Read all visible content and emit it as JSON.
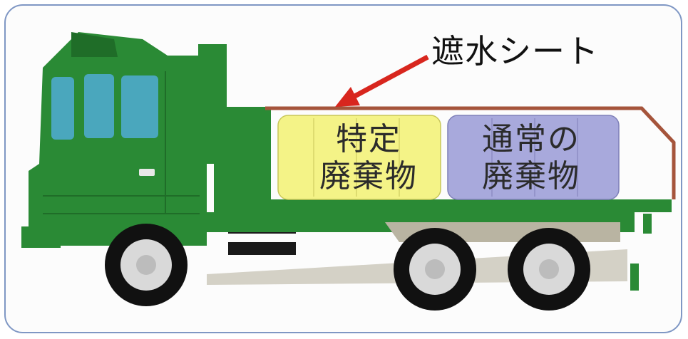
{
  "labels": {
    "sheet": "遮水シート",
    "special_waste_line1": "特定",
    "special_waste_line2": "廃棄物",
    "normal_waste_line1": "通常の",
    "normal_waste_line2": "廃棄物"
  },
  "colors": {
    "truck_green": "#2a8a35",
    "truck_dark_green": "#1f6d28",
    "window_blue": "#4aa7bd",
    "special_waste": "#f4f387",
    "normal_waste": "#a8a9dc",
    "sheet_brown": "#a5543b",
    "arrow_red": "#d8261e",
    "frame_border": "#7f97c4"
  }
}
